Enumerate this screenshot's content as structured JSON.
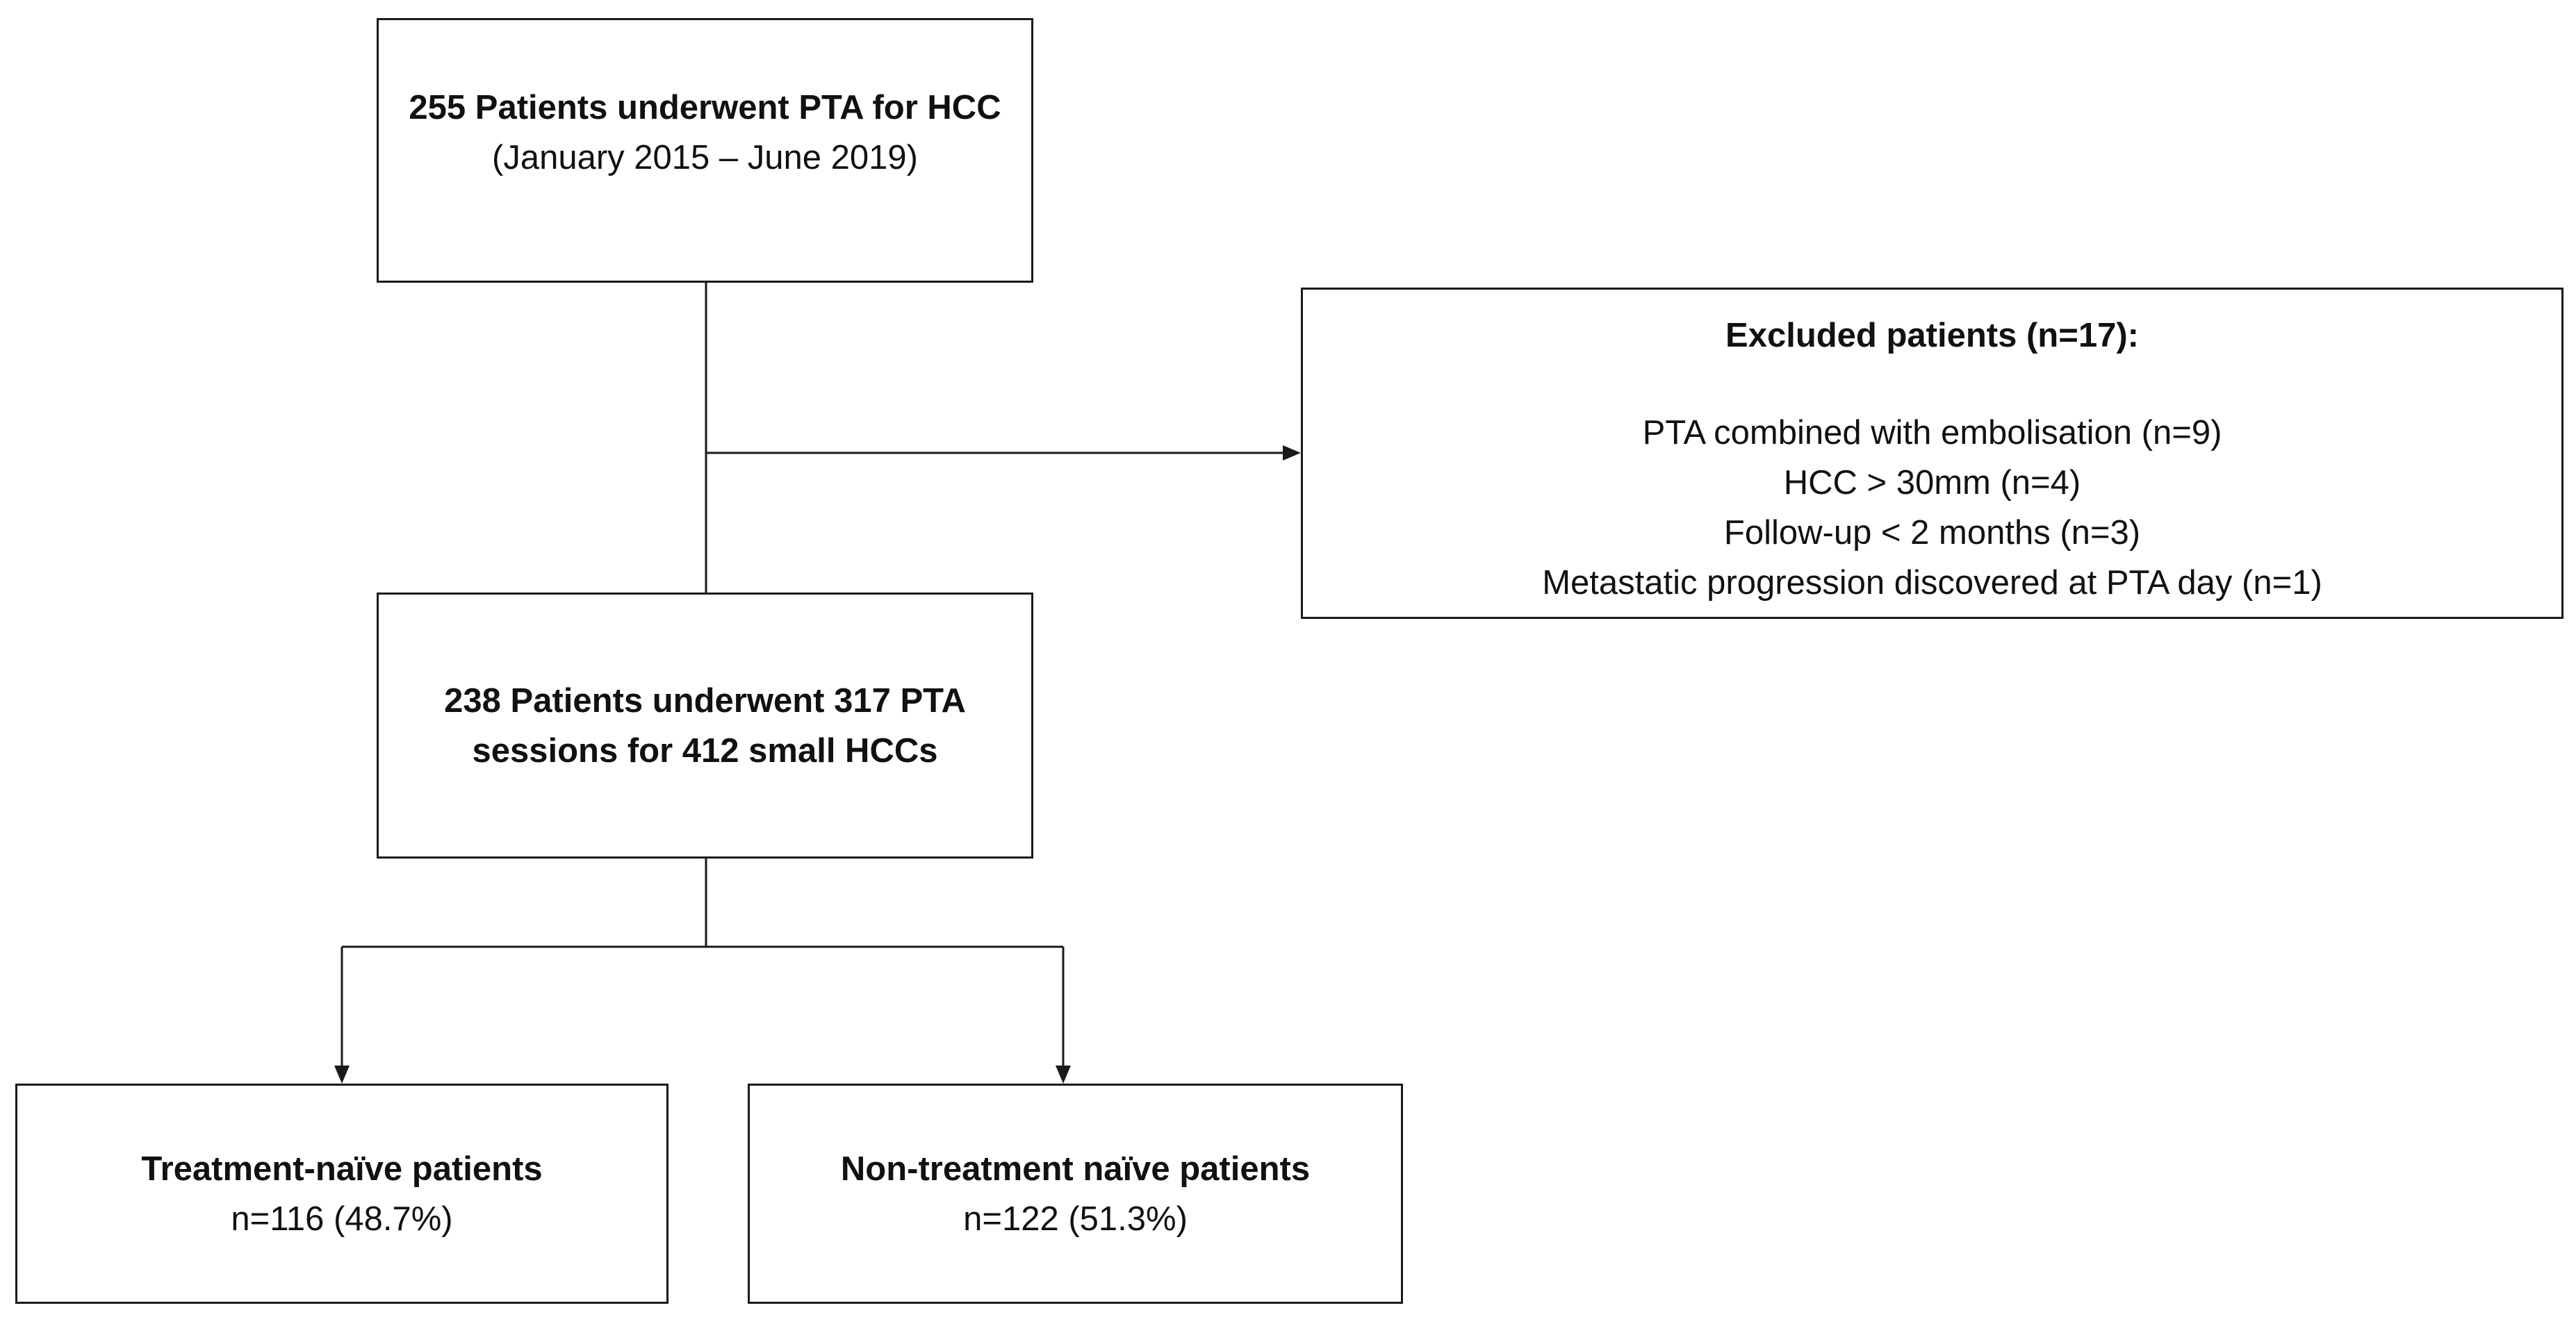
{
  "flowchart": {
    "initial": {
      "title": "255 Patients underwent PTA for HCC",
      "subtitle": "(January 2015 – June 2019)"
    },
    "excluded": {
      "title": "Excluded patients (n=17):",
      "reasons": [
        "PTA combined with embolisation (n=9)",
        "HCC > 30mm (n=4)",
        "Follow-up < 2 months (n=3)",
        "Metastatic progression discovered at PTA day (n=1)"
      ]
    },
    "included": {
      "line1": "238 Patients underwent 317 PTA",
      "line2": "sessions for 412 small HCCs"
    },
    "naive": {
      "title": "Treatment-naïve patients",
      "count": "n=116 (48.7%)"
    },
    "non_naive": {
      "title": "Non-treatment naïve patients",
      "count": "n=122 (51.3%)"
    }
  },
  "colors": {
    "line": "#1a1a1a",
    "background": "#ffffff",
    "text": "#111111"
  }
}
